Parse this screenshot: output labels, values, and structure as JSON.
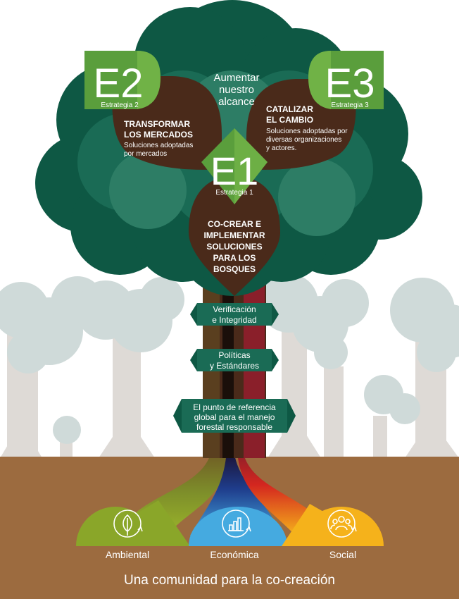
{
  "colors": {
    "soil": "#9c6b3f",
    "canopy_dark": "#0e5844",
    "canopy_mid": "#1a6b55",
    "canopy_light": "#2d7d65",
    "leaf_brown": "#4a2a1a",
    "green_badge": "#5a9e3c",
    "green_badge_light": "#7fbf4d",
    "bg_trees": "#cfdad9",
    "bg_trunks": "#dedad6",
    "ambiental": "#8aa629",
    "economica": "#45aae0",
    "social": "#f5b21b",
    "banner": "#1a6b55"
  },
  "center_text": {
    "line1": "Aumentar",
    "line2": "nuestro",
    "line3": "alcance"
  },
  "e1": {
    "code": "E1",
    "strategy": "Estrategia 1",
    "title_lines": [
      "CO-CREAR E",
      "IMPLEMENTAR",
      "SOLUCIONES",
      "PARA LOS",
      "BOSQUES"
    ]
  },
  "e2": {
    "code": "E2",
    "strategy": "Estrategia 2",
    "title_lines": [
      "TRANSFORMAR",
      "LOS MERCADOS"
    ],
    "desc_lines": [
      "Soluciones adoptadas",
      "por mercados"
    ]
  },
  "e3": {
    "code": "E3",
    "strategy": "Estrategia 3",
    "title_lines": [
      "CATALIZAR",
      "EL CAMBIO"
    ],
    "desc_lines": [
      "Soluciones adoptadas por",
      "diversas organizaciones",
      "y actores."
    ]
  },
  "banners": [
    {
      "lines": [
        "Verificación",
        "e Integridad"
      ]
    },
    {
      "lines": [
        "Políticas",
        "y Estándares"
      ]
    },
    {
      "lines": [
        "El punto de referencia",
        "global para el manejo",
        "forestal responsable"
      ]
    }
  ],
  "pillars": [
    {
      "label": "Ambiental",
      "icon": "leaf-icon"
    },
    {
      "label": "Económica",
      "icon": "bar-chart-icon"
    },
    {
      "label": "Social",
      "icon": "people-icon"
    }
  ],
  "footer": "Una comunidad para la co-creación"
}
